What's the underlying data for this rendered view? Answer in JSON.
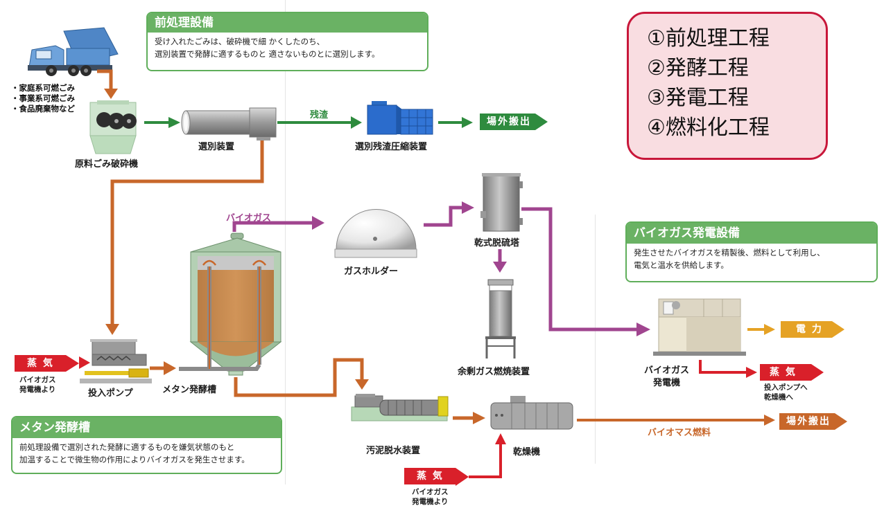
{
  "colors": {
    "green": "#2e8b3e",
    "orange": "#c8672a",
    "purple": "#a0458f",
    "red": "#d9202a",
    "yellow": "#e5a225",
    "box_green": "#6ab264",
    "legend_border": "#c8173a",
    "legend_bg": "#f9dde1"
  },
  "legend": {
    "items": [
      "①前処理工程",
      "②発酵工程",
      "③発電工程",
      "④燃料化工程"
    ]
  },
  "boxes": {
    "pretreatment": {
      "title": "前処理設備",
      "lines": [
        "受け入れたごみは、破砕機で細 かくしたのち、",
        "選別装置で発酵に適するものと 適さないものとに選別します。"
      ]
    },
    "methane": {
      "title": "メタン発酵槽",
      "lines": [
        "前処理設備で選別された発酵に適するものを嫌気状態のもと",
        "加温することで微生物の作用によりバイオガスを発生させます。"
      ]
    },
    "power": {
      "title": "バイオガス発電設備",
      "lines": [
        "発生させたバイオガスを精製後、燃料として利用し、",
        "電気と温水を供給します。"
      ]
    }
  },
  "waste_types": [
    "・家庭系可燃ごみ",
    "・事業系可燃ごみ",
    "・食品廃棄物など"
  ],
  "equipment": {
    "crusher": "原料ごみ破砕機",
    "separator": "選別装置",
    "compressor": "選別残渣圧縮装置",
    "gas_holder": "ガスホルダー",
    "desulfurizer": "乾式脱硫塔",
    "flare": "余剰ガス燃焼装置",
    "pump": "投入ポンプ",
    "fermenter": "メタン発酵槽",
    "dewatering": "汚泥脱水装置",
    "dryer": "乾燥機",
    "generator": [
      "バイオガス",
      "発電機"
    ]
  },
  "flow_labels": {
    "residue": "残渣",
    "biogas": "バイオガス",
    "biomass_fuel": "バイオマス燃料"
  },
  "tags": {
    "export_1": "場外搬出",
    "export_2": "場外搬出",
    "power": "電 力",
    "steam_out": "蒸 気",
    "steam_in_pump": "蒸 気",
    "steam_in_dryer": "蒸 気"
  },
  "notes": {
    "steam_out_dest": [
      "投入ポンプへ",
      "乾燥機へ"
    ],
    "steam_source_pump": [
      "バイオガス",
      "発電機より"
    ],
    "steam_source_dryer": [
      "バイオガス",
      "発電機より"
    ]
  }
}
